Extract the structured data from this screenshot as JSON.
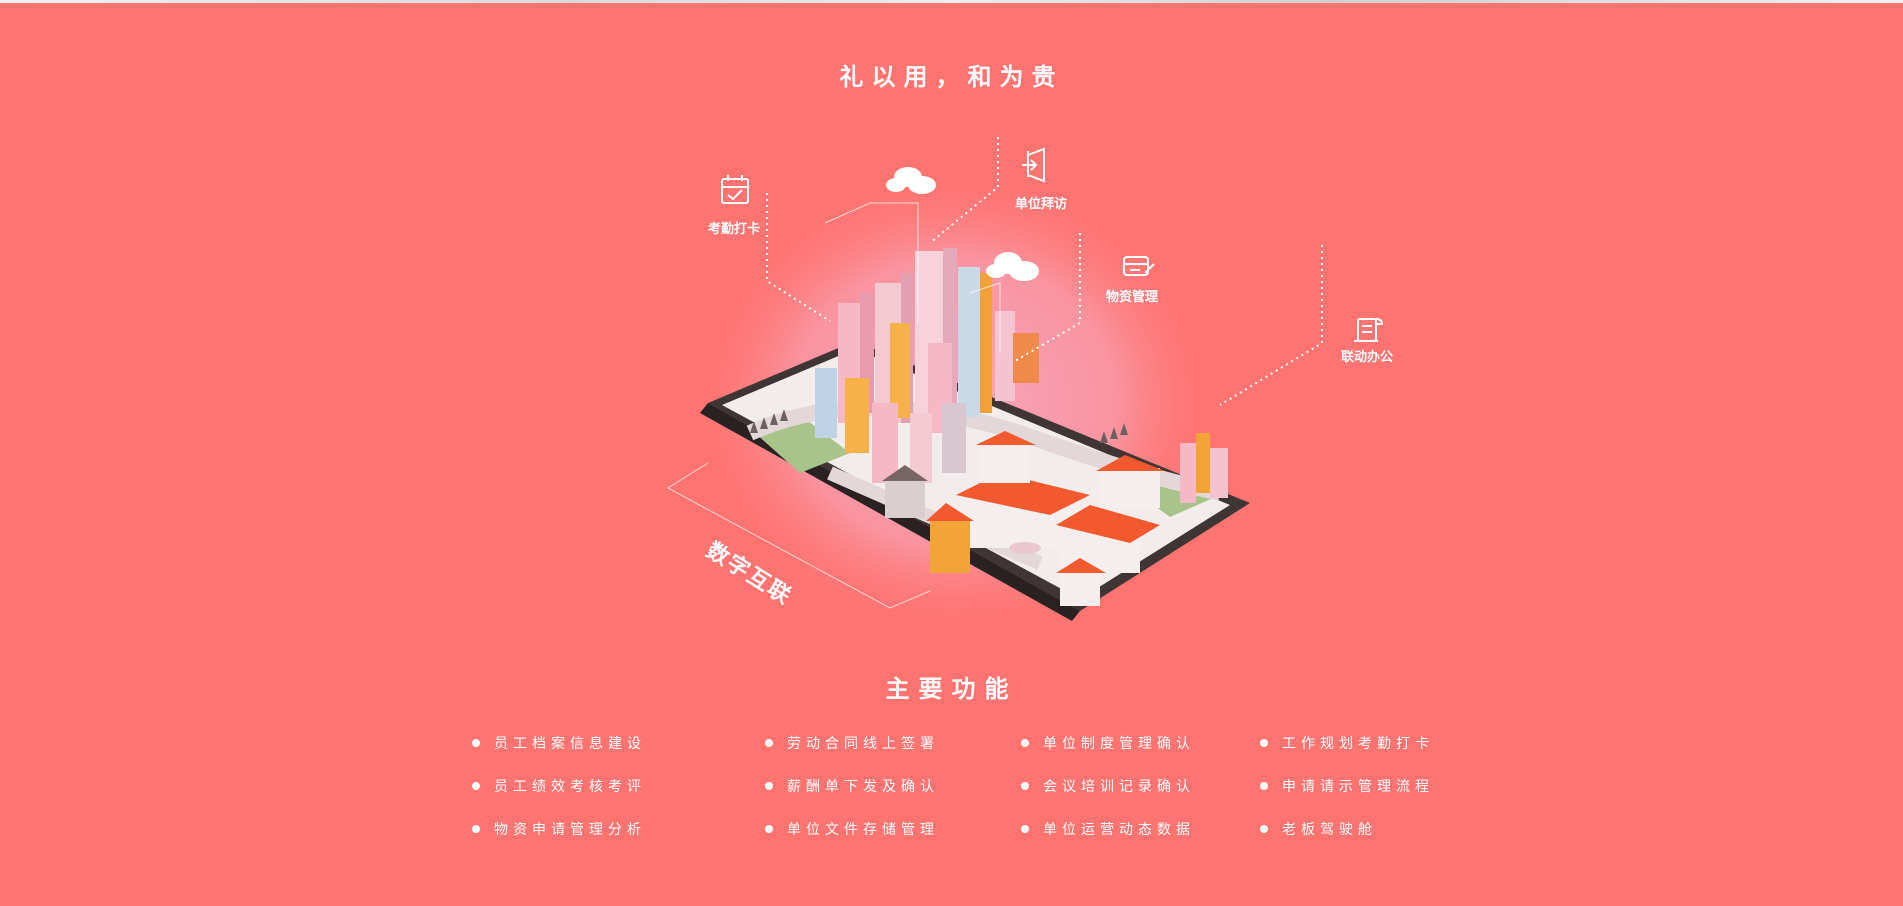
{
  "banner": {
    "slogan": "礼以用，和为贵"
  },
  "illustration": {
    "caption": "数字互联",
    "features": [
      {
        "label": "考勤打卡",
        "icon": "calendar-check-icon"
      },
      {
        "label": "单位拜访",
        "icon": "login-door-icon"
      },
      {
        "label": "物资管理",
        "icon": "box-edit-icon"
      },
      {
        "label": "联动办公",
        "icon": "document-scroll-icon"
      }
    ]
  },
  "functions": {
    "title": "主要功能",
    "columns": [
      [
        "员工档案信息建设",
        "员工绩效考核考评",
        "物资申请管理分析"
      ],
      [
        "劳动合同线上签署",
        "薪酬单下发及确认",
        "单位文件存储管理"
      ],
      [
        "单位制度管理确认",
        "会议培训记录确认",
        "单位运营动态数据"
      ],
      [
        "工作规划考勤打卡",
        "申请请示管理流程",
        "老板驾驶舱"
      ]
    ]
  },
  "colors": {
    "background": "#ff7370",
    "text": "#ffffff",
    "roof_orange": "#f2592f",
    "building_pink": "#f6b8c4",
    "tablet_dark": "#4a3f3f"
  }
}
